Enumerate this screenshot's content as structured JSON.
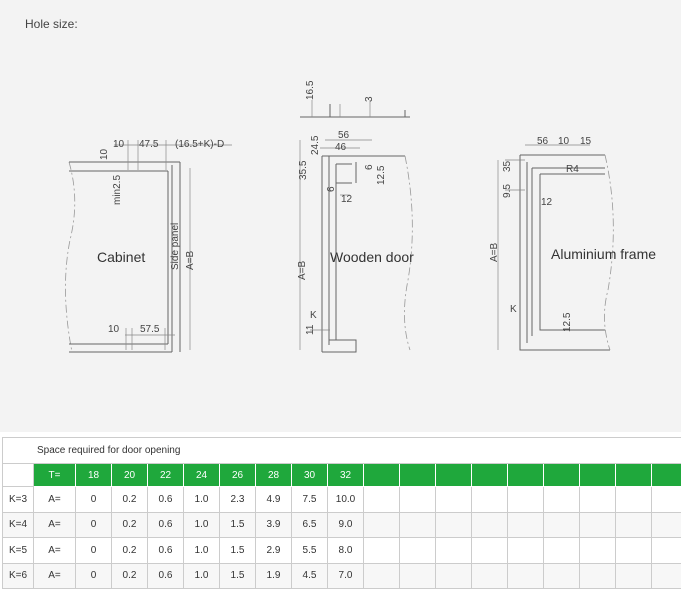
{
  "heading": "Hole size:",
  "cabinet": {
    "label": "Cabinet",
    "side_panel": "Side panel",
    "ab": "A=B",
    "d10": "10",
    "d47": "47.5",
    "dform": "(16.5+K)-D",
    "d10v": "10",
    "dmin": "min2.5",
    "b10": "10",
    "b57": "57.5"
  },
  "wooden": {
    "label": "Wooden door",
    "ab": "A=B",
    "d165": "16.5",
    "d3": "3",
    "d56": "56",
    "d46": "46",
    "d245": "24.5",
    "d355": "35.5",
    "d6a": "6",
    "d125": "12.5",
    "d6b": "6",
    "d12": "12",
    "k": "K",
    "d11": "11"
  },
  "alu": {
    "label": "Aluminium frame",
    "ab": "A=B",
    "d56": "56",
    "d10": "10",
    "d15": "15",
    "r4": "R4",
    "d35": "35",
    "d95": "9.5",
    "d12": "12",
    "k": "K",
    "d125": "12.5"
  },
  "table": {
    "title": "Space required for door opening",
    "header_label": "T=",
    "t_values": [
      "18",
      "20",
      "22",
      "24",
      "26",
      "28",
      "30",
      "32"
    ],
    "empty_columns": 9,
    "rows": [
      {
        "k": "K=3",
        "a": "A=",
        "values": [
          "0",
          "0.2",
          "0.6",
          "1.0",
          "2.3",
          "4.9",
          "7.5",
          "10.0"
        ]
      },
      {
        "k": "K=4",
        "a": "A=",
        "values": [
          "0",
          "0.2",
          "0.6",
          "1.0",
          "1.5",
          "3.9",
          "6.5",
          "9.0"
        ]
      },
      {
        "k": "K=5",
        "a": "A=",
        "values": [
          "0",
          "0.2",
          "0.6",
          "1.0",
          "1.5",
          "2.9",
          "5.5",
          "8.0"
        ]
      },
      {
        "k": "K=6",
        "a": "A=",
        "values": [
          "0",
          "0.2",
          "0.6",
          "1.0",
          "1.5",
          "1.9",
          "4.5",
          "7.0"
        ]
      }
    ],
    "header_color": "#1fa83c"
  }
}
